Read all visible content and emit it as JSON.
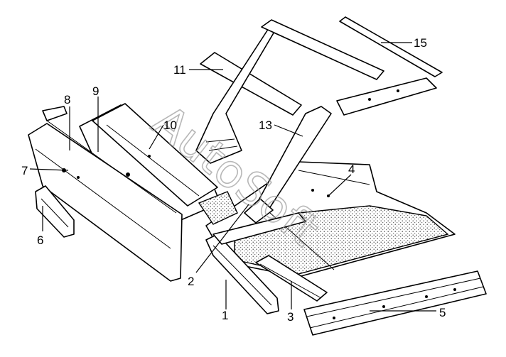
{
  "watermark": "AutoSoft",
  "callouts": [
    {
      "id": "1",
      "label": "1"
    },
    {
      "id": "2",
      "label": "2"
    },
    {
      "id": "3",
      "label": "3"
    },
    {
      "id": "4",
      "label": "4"
    },
    {
      "id": "5",
      "label": "5"
    },
    {
      "id": "6",
      "label": "6"
    },
    {
      "id": "7",
      "label": "7"
    },
    {
      "id": "8",
      "label": "8"
    },
    {
      "id": "9",
      "label": "9"
    },
    {
      "id": "10",
      "label": "10"
    },
    {
      "id": "11",
      "label": "11"
    },
    {
      "id": "13",
      "label": "13"
    },
    {
      "id": "15",
      "label": "15"
    }
  ]
}
